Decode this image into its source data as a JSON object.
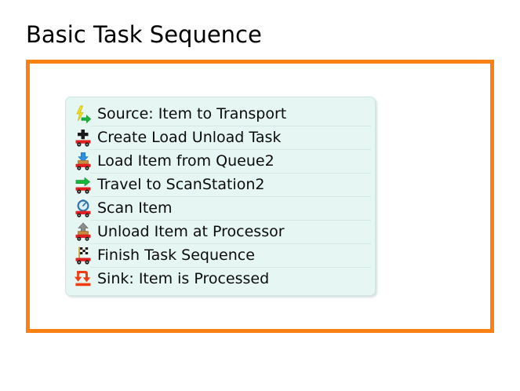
{
  "page": {
    "title": "Basic Task Sequence",
    "background_color": "#ffffff",
    "frame_color": "#F98012",
    "panel_background": "#E6F6F3",
    "panel_border_color": "#CFE5E3",
    "separator_color": "#D3E7E6",
    "text_color": "#0B0B0B"
  },
  "task_sequence": {
    "rows": [
      {
        "icon": "source-lightning-arrow-icon",
        "label": "Source: Item to Transport"
      },
      {
        "icon": "create-task-plus-cart-icon",
        "label": "Create Load Unload Task"
      },
      {
        "icon": "load-down-arrow-cart-icon",
        "label": "Load Item from Queue2"
      },
      {
        "icon": "travel-right-arrow-cart-icon",
        "label": "Travel to ScanStation2"
      },
      {
        "icon": "scan-gauge-cart-icon",
        "label": "Scan Item"
      },
      {
        "icon": "unload-up-arrow-cart-icon",
        "label": "Unload Item at Processor"
      },
      {
        "icon": "finish-checkered-flag-cart-icon",
        "label": "Finish Task Sequence"
      },
      {
        "icon": "sink-down-arrow-bar-icon",
        "label": "Sink: Item is Processed"
      }
    ]
  }
}
